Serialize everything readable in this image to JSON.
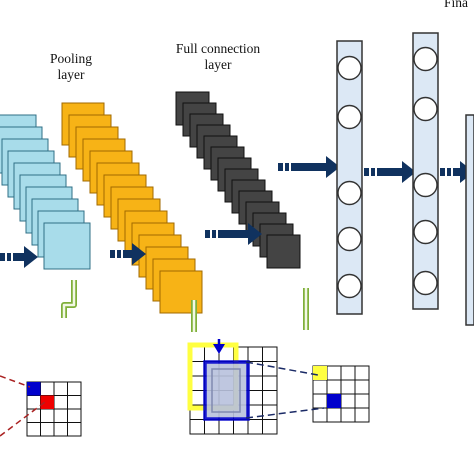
{
  "labels": {
    "pooling_line1": "Pooling",
    "pooling_line2": "layer",
    "full_line1": "Full connection",
    "full_line2": "layer",
    "final_partial": "Fina"
  },
  "colors": {
    "conv_fill": "#a8dcea",
    "conv_stroke": "#2f6f86",
    "pool_fill": "#f7b316",
    "pool_stroke": "#a06a00",
    "fc_fill": "#444444",
    "fc_stroke": "#111111",
    "column_fill": "#dce8f5",
    "arrow": "#10325f",
    "connector": "#7faf3a",
    "highlight_yellow": "#ffff40",
    "highlight_blue": "#0000cc",
    "highlight_red": "#ee0000",
    "dashed_red": "#aa2222",
    "dashed_navy": "#1a2a66"
  }
}
